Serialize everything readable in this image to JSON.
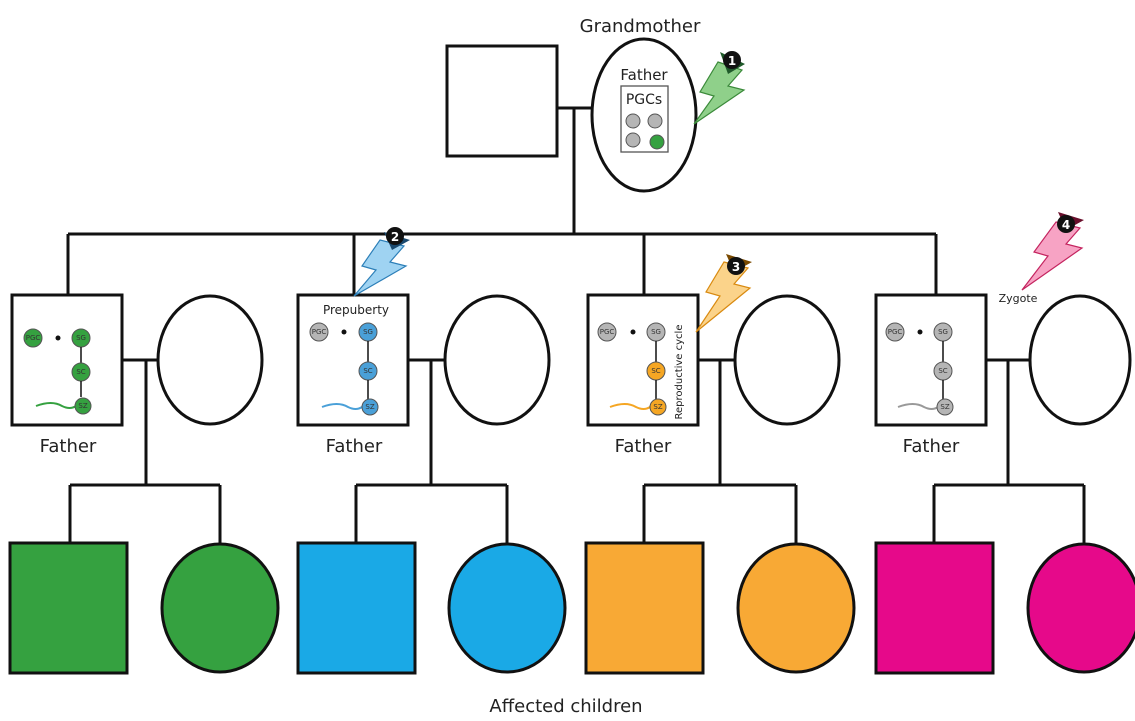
{
  "labels": {
    "grandmother": "Grandmother",
    "affected_children": "Affected children",
    "father": "Father",
    "pgcs": "PGCs",
    "prepuberty": "Prepuberty",
    "reproductive_cycle": "Reproductive cycle",
    "zygote": "Zygote"
  },
  "events": [
    {
      "number": "1",
      "color": "#5aa84a"
    },
    {
      "number": "2",
      "color": "#4a9fd8"
    },
    {
      "number": "3",
      "color": "#f5a623"
    },
    {
      "number": "4",
      "color": "#e8467c"
    }
  ],
  "cells": {
    "pgc": "PGC",
    "sg": "SG",
    "sc": "SC",
    "sz": "SZ"
  },
  "colors": {
    "green": "#35a140",
    "blue": "#1aa9e6",
    "orange": "#f8a935",
    "magenta": "#e6098a",
    "grey_cell": "#b5b5b5",
    "line": "#111111"
  },
  "families": [
    {
      "id": "green",
      "affected": [
        "pgc",
        "sg",
        "sc",
        "sz"
      ]
    },
    {
      "id": "blue",
      "affected": [
        "sg",
        "sc",
        "sz"
      ]
    },
    {
      "id": "orange",
      "affected": [
        "sc",
        "sz"
      ]
    },
    {
      "id": "magenta",
      "affected": []
    }
  ]
}
